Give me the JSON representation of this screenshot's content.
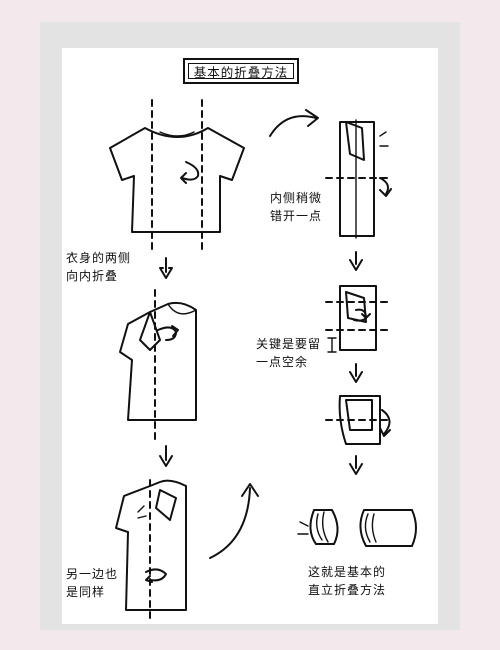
{
  "title": "基本的折叠方法",
  "captions": {
    "step1_line1": "衣身的两侧",
    "step1_line2": "向内折叠",
    "step2_line1": "另一边也",
    "step2_line2": "是同样",
    "step3_line1": "内侧稍微",
    "step3_line2": "错开一点",
    "step4_line1": "关键是要留",
    "step4_line2": "一点空余",
    "result_line1": "这就是基本的",
    "result_line2": "直立折叠方法"
  },
  "colors": {
    "background": "#f3e9ec",
    "frame": "#e3e3e3",
    "paper": "#ffffff",
    "ink": "#111111"
  }
}
